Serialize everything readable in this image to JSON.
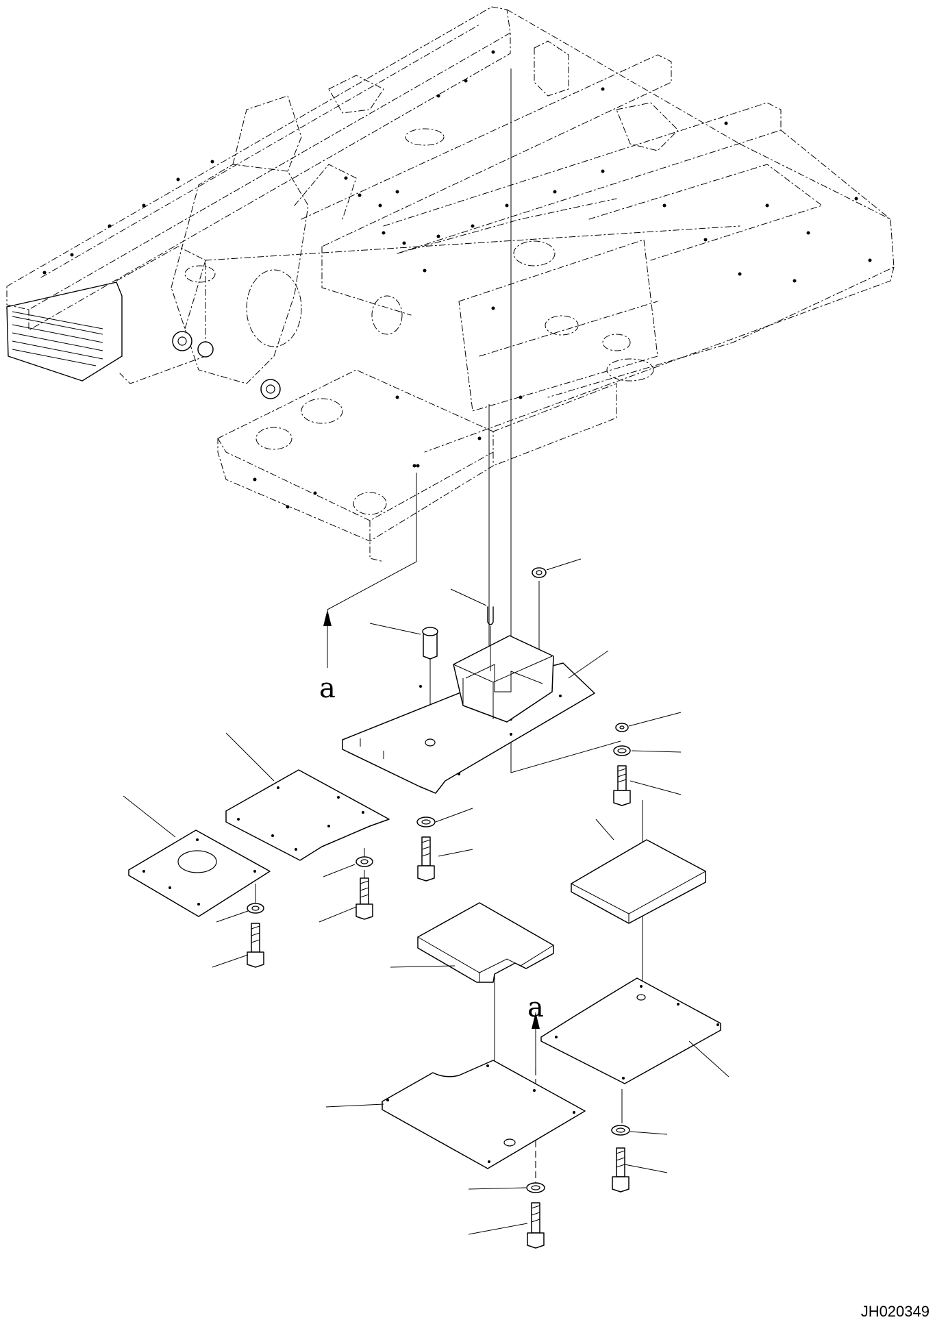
{
  "drawing": {
    "view_labels": [
      "a",
      "a"
    ],
    "drawing_number": "JH020349"
  }
}
